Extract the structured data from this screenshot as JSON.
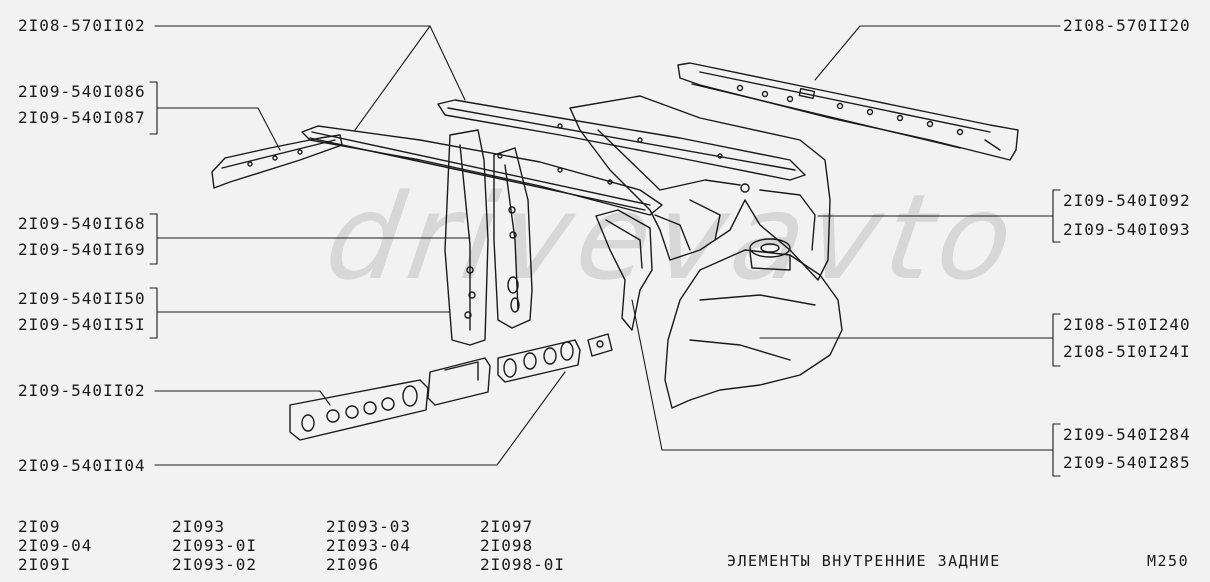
{
  "watermark": "drivevavto",
  "callouts": {
    "top_left": "2I08-570II02",
    "top_right": "2I08-570II20",
    "left_group_1": [
      "2I09-540I086",
      "2I09-540I087"
    ],
    "left_group_2": [
      "2I09-540II68",
      "2I09-540II69"
    ],
    "left_group_3": [
      "2I09-540II50",
      "2I09-540II5I"
    ],
    "left_single_1": "2I09-540II02",
    "left_single_2": "2I09-540II04",
    "right_group_1": [
      "2I09-540I092",
      "2I09-540I093"
    ],
    "right_group_2": [
      "2I08-5I0I240",
      "2I08-5I0I24I"
    ],
    "right_group_3": [
      "2I09-540I284",
      "2I09-540I285"
    ]
  },
  "models": {
    "col1": [
      "2I09",
      "2I09-04",
      "2I09I"
    ],
    "col2": [
      "2I093",
      "2I093-0I",
      "2I093-02"
    ],
    "col3": [
      "2I093-03",
      "2I093-04",
      "2I096"
    ],
    "col4": [
      "2I097",
      "2I098",
      "2I098-0I"
    ]
  },
  "caption": "ЭЛЕМЕНТЫ ВНУТРЕННИЕ ЗАДНИЕ",
  "page_code": "M250"
}
